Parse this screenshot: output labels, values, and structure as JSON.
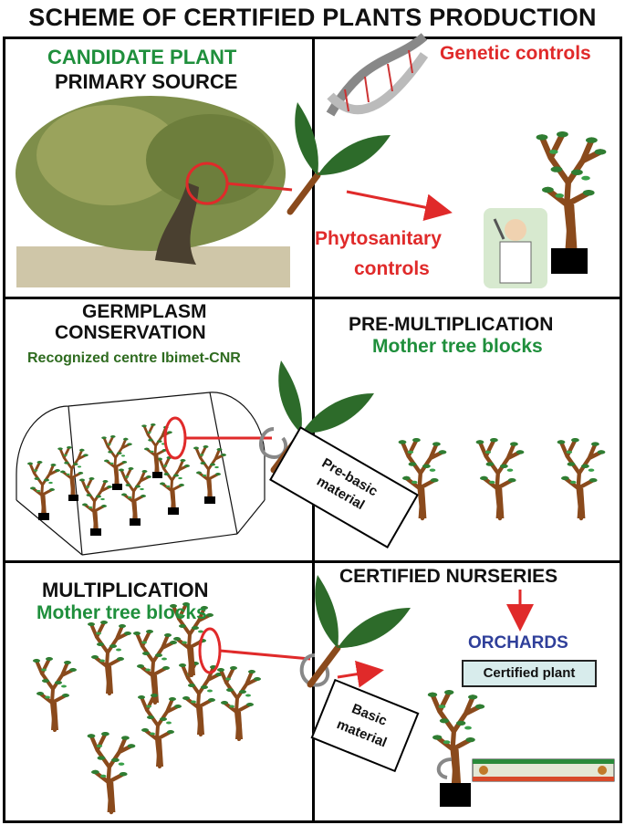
{
  "title": "SCHEME OF CERTIFIED PLANTS PRODUCTION",
  "panel1": {
    "heading1": "CANDIDATE PLANT",
    "heading2": "PRIMARY SOURCE",
    "genetic": "Genetic controls",
    "phyto1": "Phytosanitary",
    "phyto2": "controls"
  },
  "panel2": {
    "heading1": "GERMPLASM",
    "heading2": "CONSERVATION",
    "centre": "Recognized centre Ibimet-CNR",
    "premulti1": "PRE-MULTIPLICATION",
    "premulti2": "Mother tree blocks",
    "prebasic1": "Pre-basic",
    "prebasic2": "material"
  },
  "panel3": {
    "heading1": "MULTIPLICATION",
    "heading2": "Mother tree blocks",
    "nurseries": "CERTIFIED NURSERIES",
    "orchards": "ORCHARDS",
    "certified": "Certified plant",
    "basic1": "Basic",
    "basic2": "material"
  },
  "colors": {
    "green_heading": "#1f8f3c",
    "red_label": "#e02a2a",
    "orchards_blue": "#2f3f9a",
    "certified_box": "#d8ecec",
    "trunk": "#8a4a1c",
    "leaf": "#2f7d32"
  }
}
